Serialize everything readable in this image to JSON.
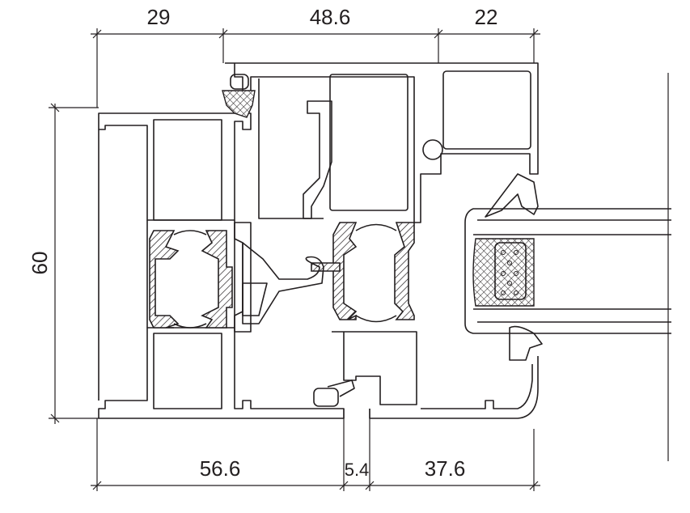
{
  "drawing": {
    "dimensions_top": [
      "29",
      "48.6",
      "22"
    ],
    "dimension_left": "60",
    "dimensions_bottom": [
      "56.6",
      "5.4",
      "37.6"
    ],
    "line_color": "#231f20"
  }
}
